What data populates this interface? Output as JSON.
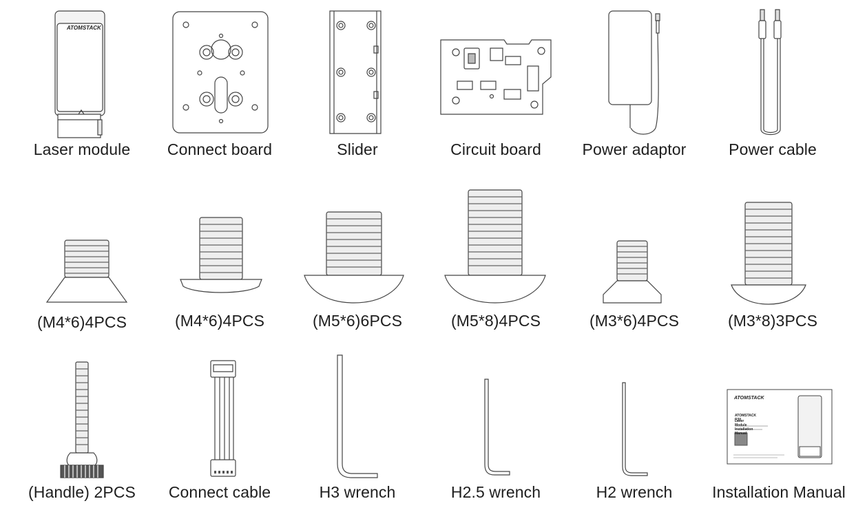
{
  "items": [
    {
      "label": "Laser module",
      "icon": "laser-module-icon"
    },
    {
      "label": "Connect board",
      "icon": "connect-board-icon"
    },
    {
      "label": "Slider",
      "icon": "slider-icon"
    },
    {
      "label": "Circuit board",
      "icon": "circuit-board-icon"
    },
    {
      "label": "Power adaptor",
      "icon": "power-adaptor-icon"
    },
    {
      "label": "Power cable",
      "icon": "power-cable-icon"
    },
    {
      "label": "(M4*6)4PCS",
      "icon": "countersunk-screw-icon"
    },
    {
      "label": "(M4*6)4PCS",
      "icon": "button-head-screw-icon"
    },
    {
      "label": "(M5*6)6PCS",
      "icon": "button-head-screw-icon"
    },
    {
      "label": "(M5*8)4PCS",
      "icon": "button-head-screw-icon"
    },
    {
      "label": "(M3*6)4PCS",
      "icon": "countersunk-screw-icon"
    },
    {
      "label": "(M3*8)3PCS",
      "icon": "button-head-screw-icon"
    },
    {
      "label": "(Handle) 2PCS",
      "icon": "thumb-screw-handle-icon"
    },
    {
      "label": "Connect cable",
      "icon": "connect-cable-icon"
    },
    {
      "label": "H3 wrench",
      "icon": "hex-wrench-icon"
    },
    {
      "label": "H2.5 wrench",
      "icon": "hex-wrench-icon"
    },
    {
      "label": "H2 wrench",
      "icon": "hex-wrench-icon"
    },
    {
      "label": "Installation Manual",
      "icon": "installation-manual-icon"
    }
  ],
  "brand": {
    "logo_text": "ATOMSTACK"
  },
  "manual": {
    "title_line1": "ATOMSTACK R30",
    "title_line2": "Laser Module Installation Manual"
  },
  "colors": {
    "line": "#444444",
    "text": "#1e1e1e",
    "background": "#ffffff"
  }
}
